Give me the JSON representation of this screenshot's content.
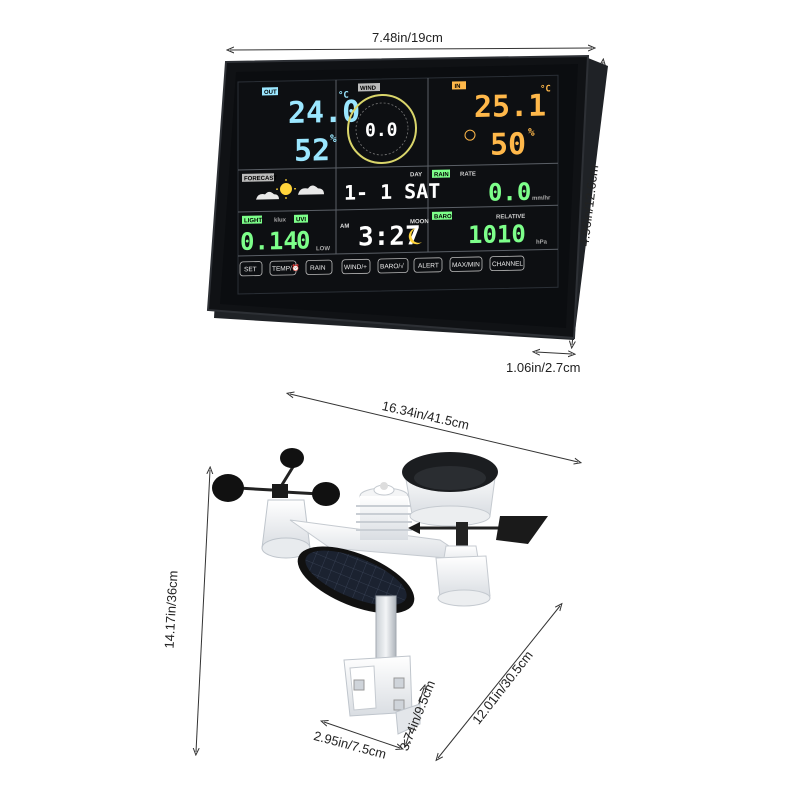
{
  "dimensions": {
    "console_width": "7.48in/19cm",
    "console_height": "4.96in/12.6cm",
    "console_depth": "1.06in/2.7cm",
    "sensor_width": "16.34in/41.5cm",
    "sensor_height": "14.17in/36cm",
    "sensor_mast": "12.01in/30.5cm",
    "bracket_width": "2.95in/7.5cm",
    "bracket_height": "3.74in/9.5cm"
  },
  "display": {
    "outdoor": {
      "label": "OUT",
      "temp": "24.0",
      "temp_unit": "°C",
      "humidity": "52",
      "humidity_unit": "%"
    },
    "wind": {
      "label": "WIND",
      "speed": "0.0"
    },
    "indoor": {
      "label": "IN",
      "temp": "25.1",
      "temp_unit": "°C",
      "humidity": "50",
      "humidity_unit": "%"
    },
    "forecast": {
      "label": "FORECAST"
    },
    "date": {
      "day_label": "DAY",
      "value": "1- 1 SAT"
    },
    "rain": {
      "label": "RAIN",
      "rate_label": "RATE",
      "value": "0.0",
      "unit": "mm/hr"
    },
    "light": {
      "label": "LIGHT",
      "value": "0.14",
      "unit": "klux"
    },
    "uvi": {
      "label": "UVI",
      "value": "0",
      "level": "LOW"
    },
    "clock": {
      "am": "AM",
      "value": "3:27",
      "moon_label": "MOON"
    },
    "baro": {
      "label": "BARO",
      "relative_label": "RELATIVE",
      "value": "1010",
      "unit": "hPa"
    },
    "buttons": [
      "SET",
      "TEMP/⏰",
      "RAIN",
      "WIND/+",
      "BARO/√",
      "ALERT",
      "MAX/MIN",
      "CHANNEL"
    ],
    "colors": {
      "outdoor": "#9be7ff",
      "indoor": "#ffb84a",
      "rain": "#7dff8a",
      "panel": "#0d0f12"
    }
  }
}
